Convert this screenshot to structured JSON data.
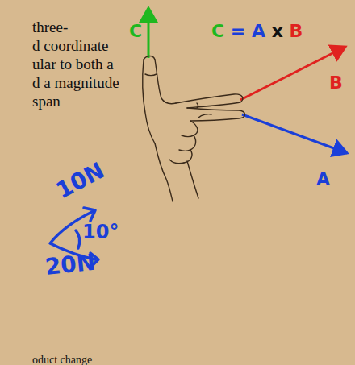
{
  "diagram": {
    "labels": [
      "three-",
      "d coordinate",
      "ular to both a",
      "d a magnitude",
      "span",
      "C",
      "C = A x B",
      "B",
      "A",
      "10N",
      "10°",
      "20N",
      "oduct change"
    ]
  }
}
